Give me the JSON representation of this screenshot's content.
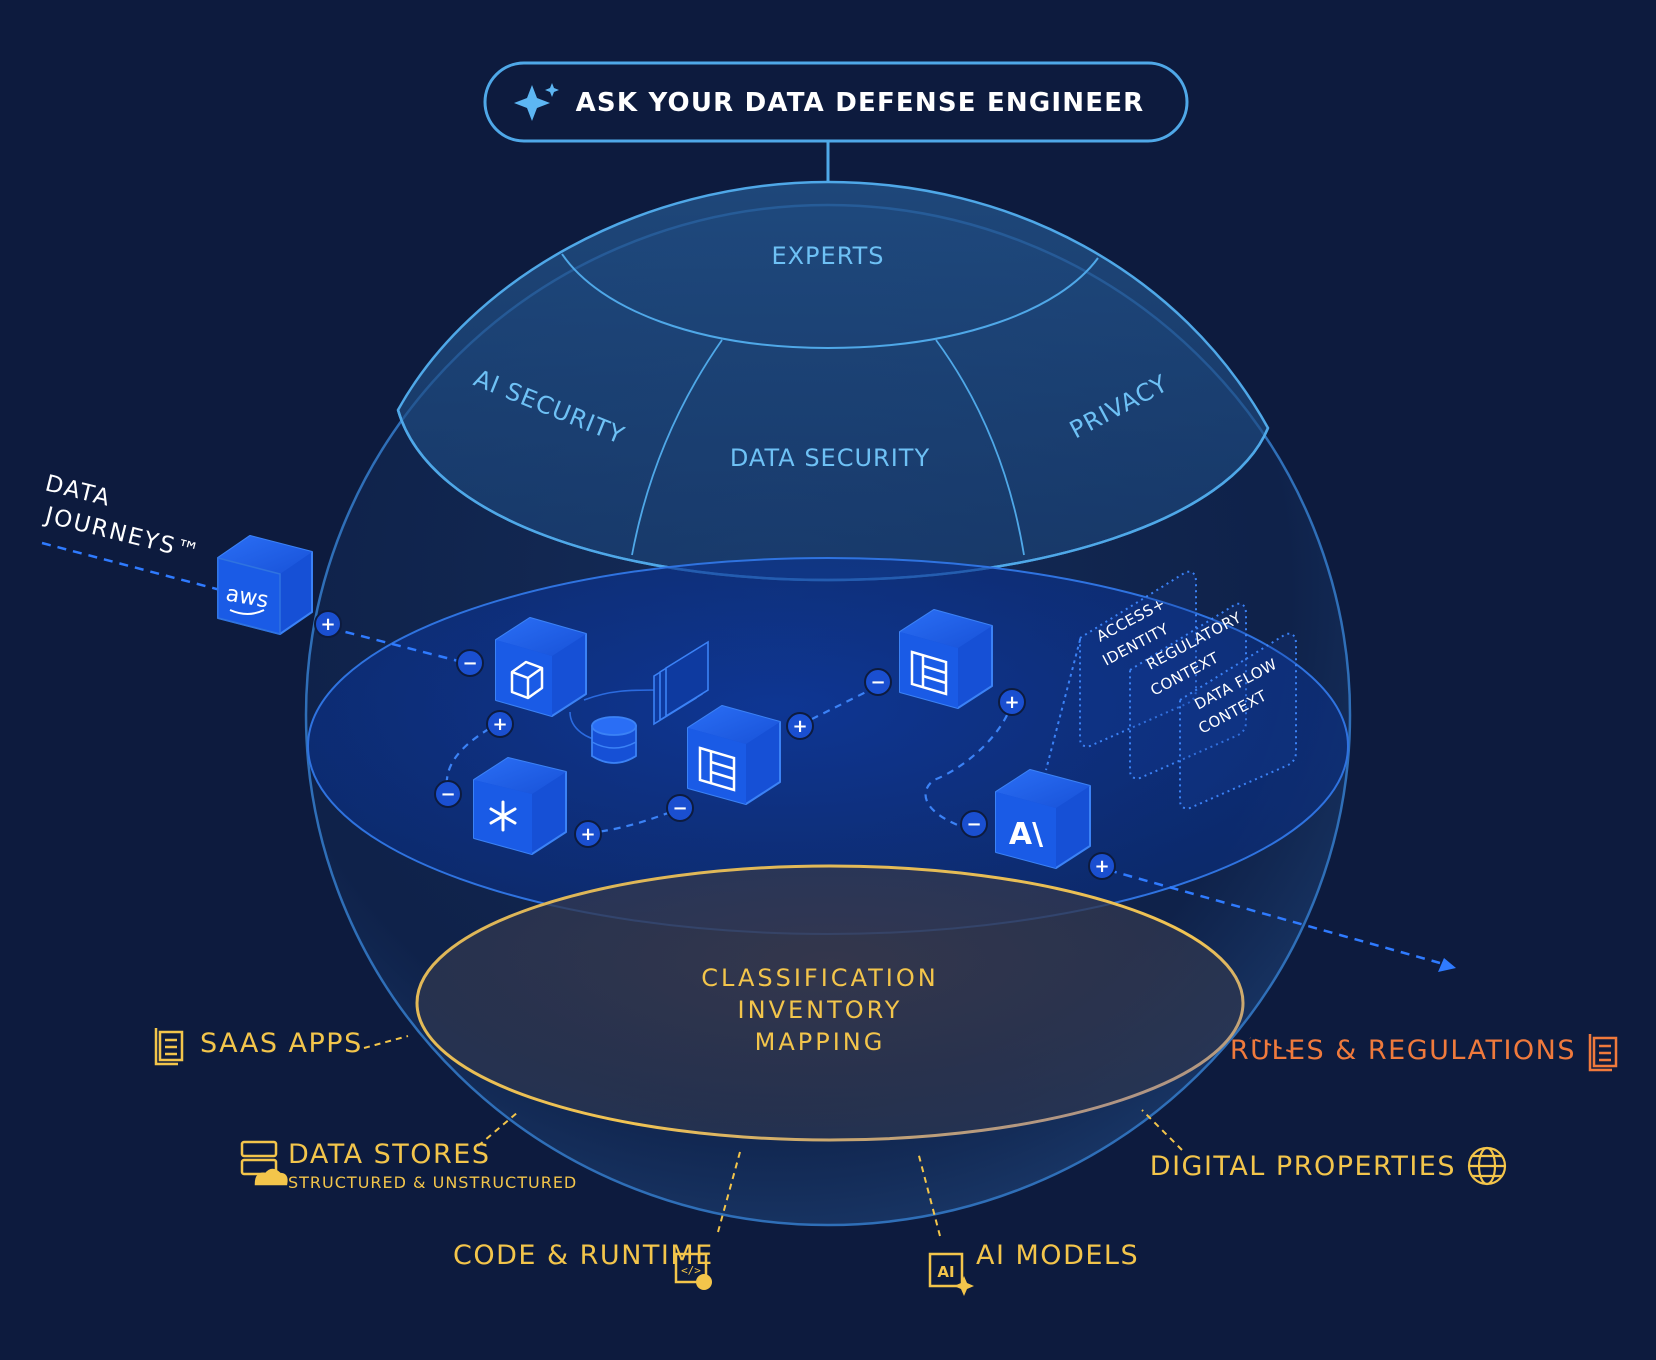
{
  "header": {
    "ask_label": "ASK YOUR DATA DEFENSE ENGINEER"
  },
  "dome": {
    "experts": "EXPERTS",
    "ai_security": "AI SECURITY",
    "data_security": "DATA SECURITY",
    "privacy": "PRIVACY"
  },
  "journeys": {
    "line1": "DATA",
    "line2": "JOURNEYS™"
  },
  "context_cards": {
    "access_1": "ACCESS+",
    "access_2": "IDENTITY",
    "regulatory_1": "REGULATORY",
    "regulatory_2": "CONTEXT",
    "dataflow_1": "DATA FLOW",
    "dataflow_2": "CONTEXT"
  },
  "core": {
    "line1": "CLASSIFICATION",
    "line2": "INVENTORY",
    "line3": "MAPPING"
  },
  "sources": {
    "saas_apps": "SAAS APPS",
    "data_stores": "DATA STORES",
    "data_stores_sub": "STRUCTURED & UNSTRUCTURED",
    "code_runtime": "CODE & RUNTIME",
    "ai_models": "AI MODELS",
    "digital_properties": "DIGITAL PROPERTIES",
    "rules_regulations": "RULES & REGULATIONS"
  },
  "nodes": {
    "aws": "aws",
    "anthropic": "A\\"
  },
  "badges": {
    "plus": "+",
    "minus": "−"
  },
  "icons": {
    "sparkle": "sparkle-icon",
    "aws": "aws-logo-icon",
    "box": "box-icon",
    "database": "database-icon",
    "file_stack": "file-stack-icon",
    "table": "table-icon",
    "snowflake": "snowflake-icon",
    "anthropic": "anthropic-logo-icon",
    "document": "document-icon",
    "server_cloud": "server-cloud-icon",
    "code": "code-icon",
    "ai_chip": "ai-chip-icon",
    "globe": "globe-icon"
  },
  "colors": {
    "background": "#0d1b3e",
    "outline_blue": "#4fa8e8",
    "label_blue": "#6ec1f5",
    "node_blue": "#1a5be6",
    "source_yellow": "#f3c54b",
    "rules_orange": "#f07a3c"
  }
}
